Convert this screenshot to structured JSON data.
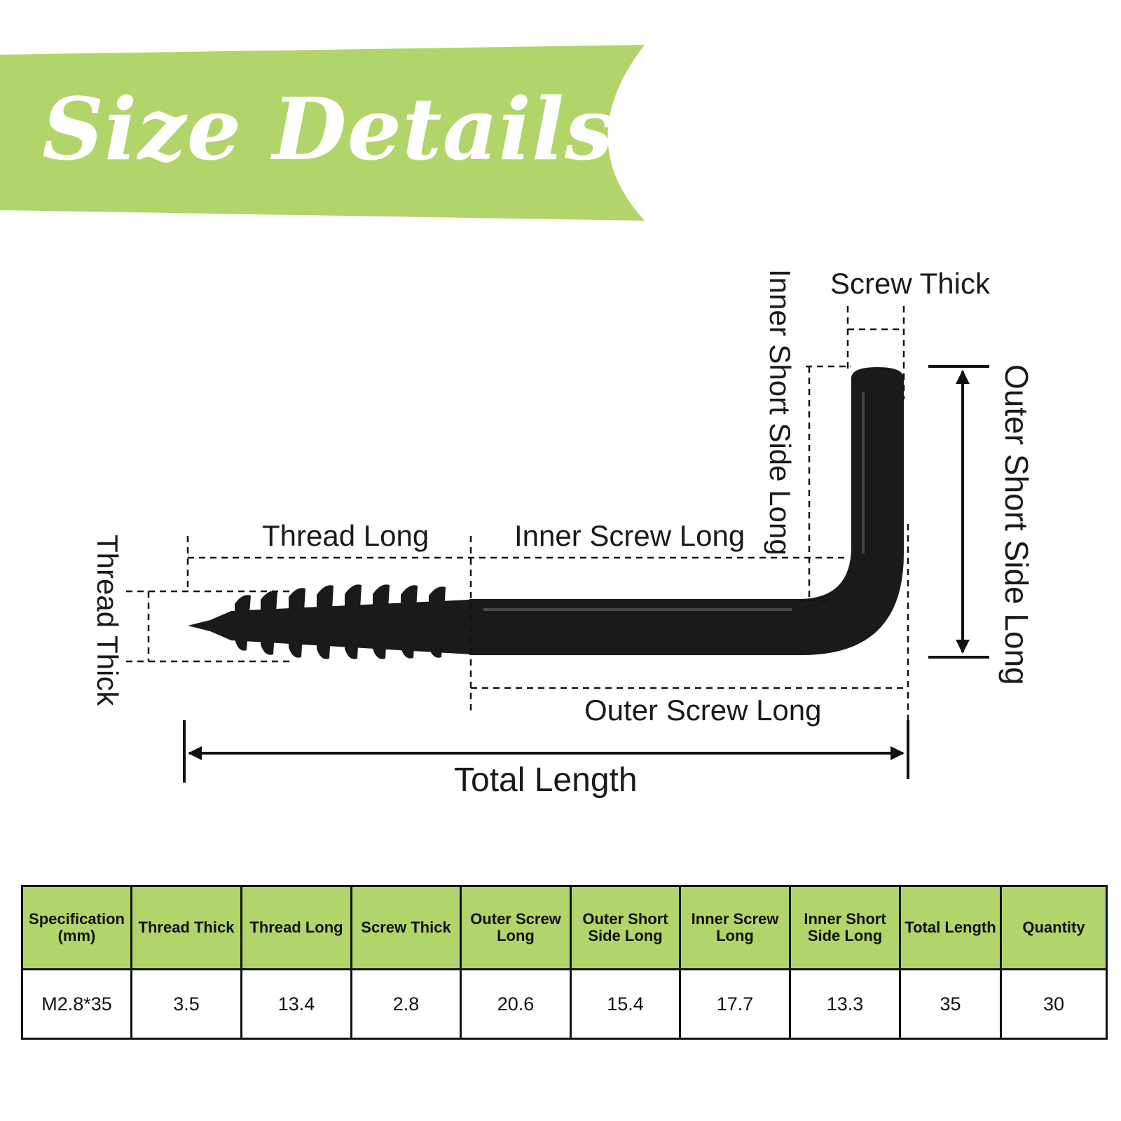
{
  "banner": {
    "title": "Size Details"
  },
  "colors": {
    "accent_green": "#b2d56b",
    "screw_black": "#1a1a1a",
    "line": "#111111"
  },
  "diagram": {
    "labels": {
      "thread_long": "Thread Long",
      "inner_screw_long": "Inner Screw Long",
      "screw_thick": "Screw Thick",
      "inner_short_side_long": "Inner Short Side Long",
      "outer_short_side_long": "Outer Short Side Long",
      "thread_thick": "Thread Thick",
      "outer_screw_long": "Outer Screw Long",
      "total_length": "Total Length"
    }
  },
  "table": {
    "headers": [
      "Specification\n(mm)",
      "Thread Thick",
      "Thread Long",
      "Screw Thick",
      "Outer Screw\nLong",
      "Outer Short\nSide Long",
      "Inner Screw\nLong",
      "Inner Short\nSide Long",
      "Total Length",
      "Quantity"
    ],
    "rows": [
      [
        "M2.8*35",
        "3.5",
        "13.4",
        "2.8",
        "20.6",
        "15.4",
        "17.7",
        "13.3",
        "35",
        "30"
      ]
    ]
  }
}
